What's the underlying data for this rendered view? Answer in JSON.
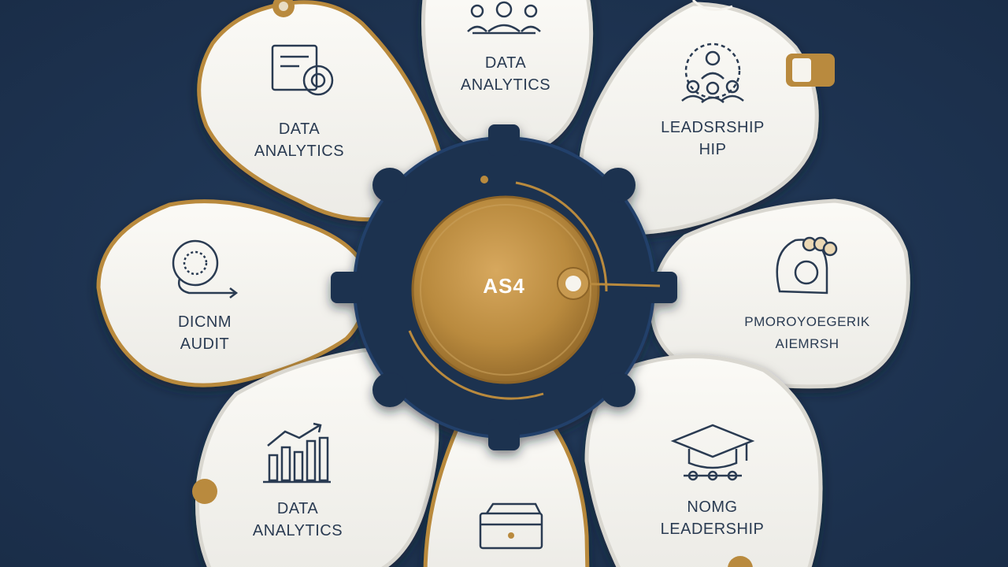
{
  "hub": {
    "label": "AS4"
  },
  "petals": [
    {
      "line1": "DATA",
      "line2": "ANALYTICS",
      "icon": "presentation-icon"
    },
    {
      "line1": "DATA",
      "line2": "ANALYTICS",
      "icon": "team-meeting-icon"
    },
    {
      "line1": "LEADSRSHIP",
      "line2": "HIP",
      "icon": "team-group-icon"
    },
    {
      "line1": "PMOROYOEGERIK",
      "line2": "AIEMRSH",
      "icon": "user-network-icon"
    },
    {
      "line1": "NOMG",
      "line2": "LEADERSHIP",
      "icon": "graduation-cap-icon"
    },
    {
      "line1": "",
      "line2": "",
      "icon": "folder-icon"
    },
    {
      "line1": "DATA",
      "line2": "ANALYTICS",
      "icon": "bar-chart-icon"
    },
    {
      "line1": "DICNM",
      "line2": "AUDIT",
      "icon": "audit-cycle-icon"
    }
  ],
  "colors": {
    "background": "#1e3452",
    "hub_ring": "#1b3050",
    "gold": "#b98a3e",
    "petal_fill": "#f6f4ee",
    "text": "#2a3b52"
  }
}
